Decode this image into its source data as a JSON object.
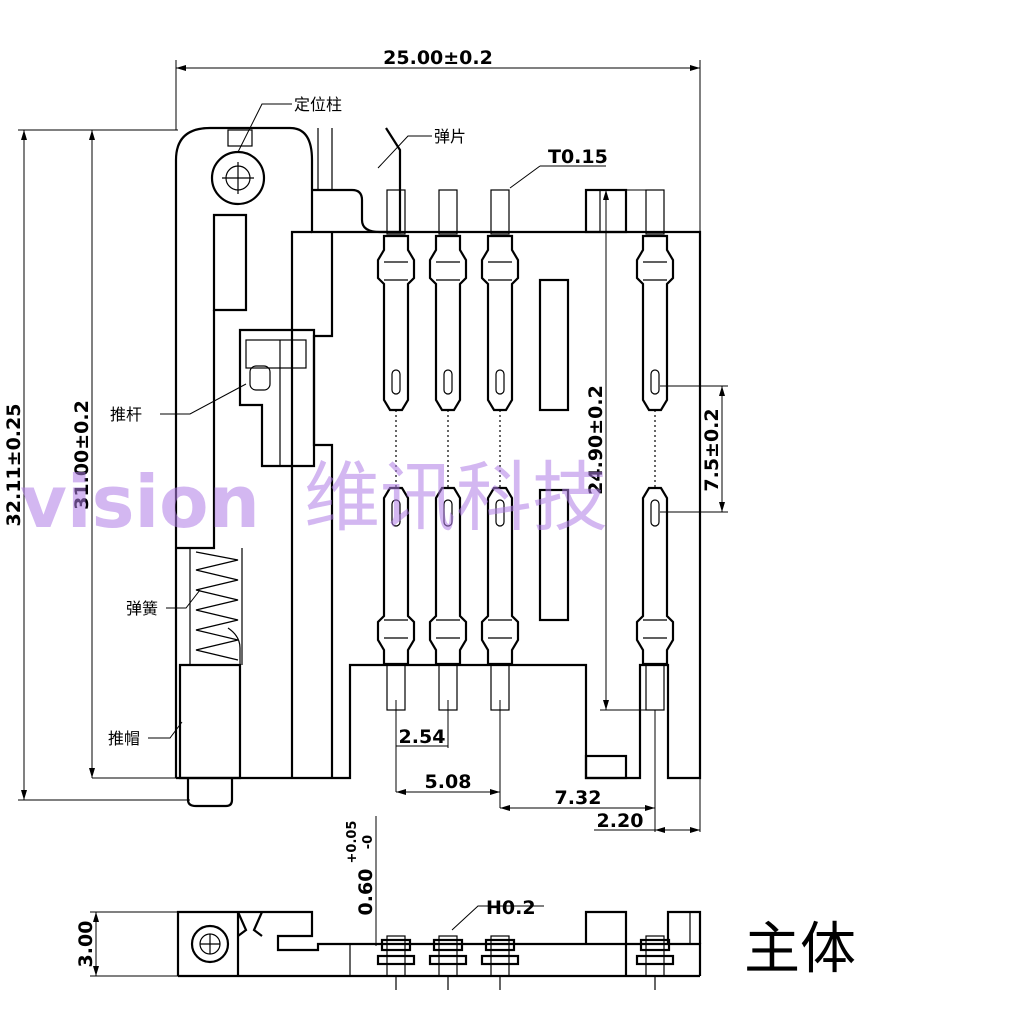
{
  "dimensions": {
    "overall_width": "25.00±0.2",
    "overall_length": "32.11±0.25",
    "body_length": "31.00±0.2",
    "contact_span": "24.90±0.2",
    "contact_pitch_row": "7.5±0.2",
    "thickness": "T0.15",
    "pitch_1": "2.54",
    "pitch_2": "5.08",
    "pitch_3": "7.32",
    "edge_offset": "2.20",
    "standoff_main": "0.60",
    "standoff_tol": "+0.05",
    "standoff_tol_lower": "-0",
    "height_tol": "H0.2",
    "height": "3.00"
  },
  "labels": {
    "locating_post": "定位柱",
    "spring_leaf": "弹片",
    "push_rod": "推杆",
    "spring": "弹簧",
    "push_cap": "推帽",
    "main_body": "主体"
  },
  "watermark": {
    "latin": "vision",
    "chinese": "维讯科技"
  }
}
